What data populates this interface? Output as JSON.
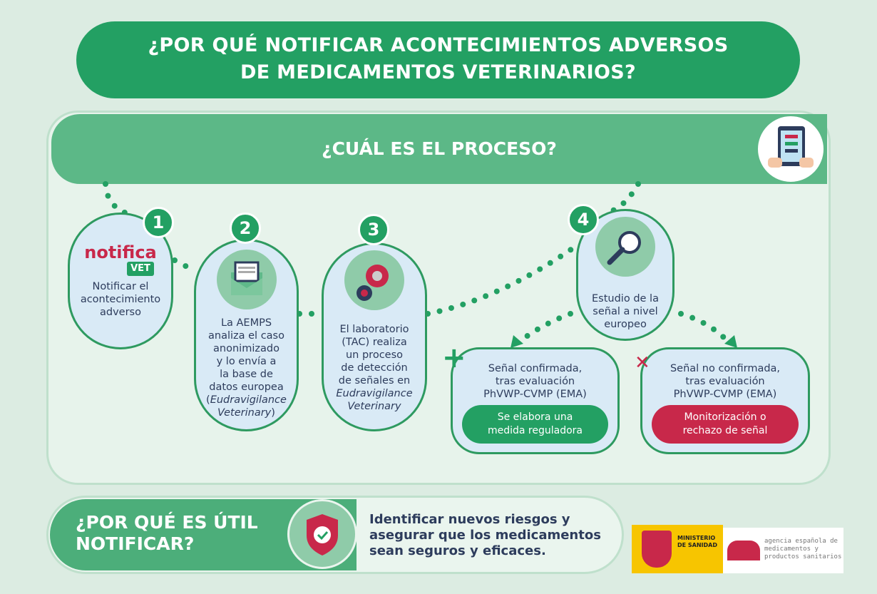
{
  "title": {
    "line1": "¿POR QUÉ NOTIFICAR ACONTECIMIENTOS ADVERSOS",
    "line2": "DE MEDICAMENTOS VETERINARIOS?"
  },
  "process": {
    "heading": "¿CUÁL ES EL PROCESO?"
  },
  "steps": [
    {
      "number": "1",
      "logo": "notifica",
      "logo_badge": "VET",
      "lines": [
        "Notificar el",
        "acontecimiento",
        "adverso"
      ]
    },
    {
      "number": "2",
      "lines": [
        "La AEMPS",
        "analiza el caso",
        "anonimizado",
        "y lo envía a",
        "la base de",
        "datos europea"
      ],
      "italic": "Eudravigilance",
      "italic2": "Veterinary",
      "paren_open": "(",
      "paren_close": ")"
    },
    {
      "number": "3",
      "lines": [
        "El laboratorio",
        "(TAC) realiza",
        "un proceso",
        "de detección",
        "de señales en"
      ],
      "italic": "Eudravigilance",
      "italic2": "Veterinary"
    },
    {
      "number": "4",
      "lines": [
        "Estudio de la",
        "señal a nivel",
        "europeo"
      ]
    }
  ],
  "outcomes": [
    {
      "symbol": "+",
      "lines": [
        "Señal confirmada,",
        "tras evaluación",
        "PhVWP-CVMP (EMA)"
      ],
      "button": [
        "Se elabora una",
        "medida reguladora"
      ],
      "color": "#23a063"
    },
    {
      "symbol": "✕",
      "lines": [
        "Señal no confirmada,",
        "tras evaluación",
        "PhVWP-CVMP (EMA)"
      ],
      "button": [
        "Monitorización o",
        "rechazo de señal"
      ],
      "color": "#c8284a"
    }
  ],
  "useful": {
    "heading1": "¿POR QUÉ ES ÚTIL",
    "heading2": "NOTIFICAR?",
    "lines": [
      "Identificar nuevos riesgos y",
      "asegurar que los medicamentos",
      "sean seguros y eficaces."
    ]
  },
  "logos": {
    "ministry": [
      "MINISTERIO",
      "DE SANIDAD"
    ],
    "agency": [
      "agencia española de",
      "medicamentos y",
      "productos sanitarios"
    ]
  }
}
